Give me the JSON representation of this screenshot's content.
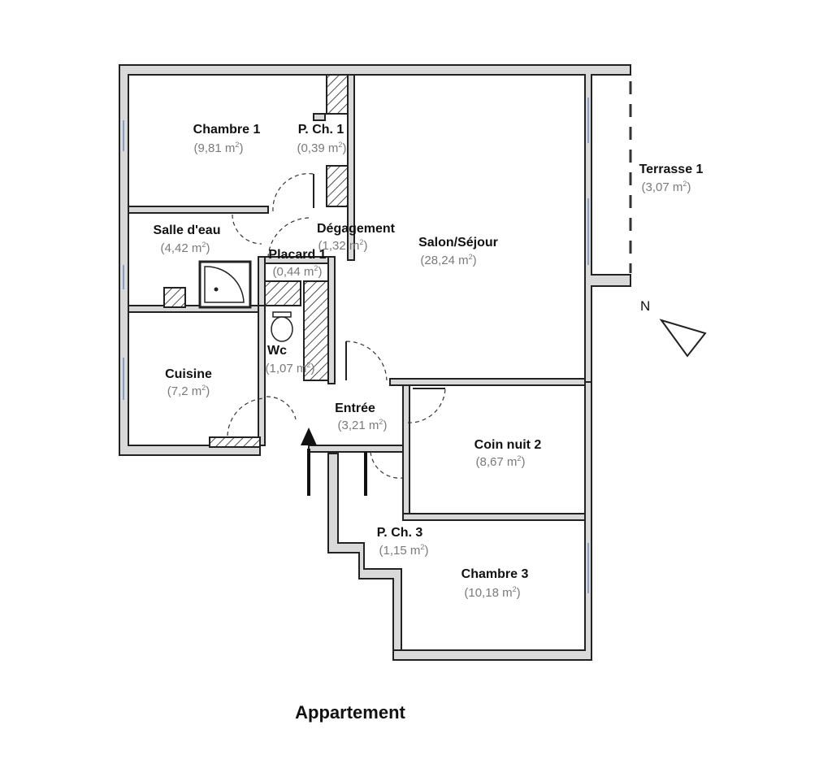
{
  "plan_title": "Appartement",
  "compass": {
    "label": "N"
  },
  "area_unit": "m",
  "area_exponent": "2",
  "rooms": [
    {
      "name": "Chambre 1",
      "area": "9,81"
    },
    {
      "name": "P. Ch. 1",
      "area": "0,39"
    },
    {
      "name": "Terrasse 1",
      "area": "3,07"
    },
    {
      "name": "Dégagement",
      "area": "1,32"
    },
    {
      "name": "Salle d'eau",
      "area": "4,42"
    },
    {
      "name": "Salon/Séjour",
      "area": "28,24"
    },
    {
      "name": "Placard 1",
      "area": "0,44"
    },
    {
      "name": "Wc",
      "area": "1,07"
    },
    {
      "name": "Cuisine",
      "area": "7,2"
    },
    {
      "name": "Entrée",
      "area": "3,21"
    },
    {
      "name": "Coin nuit 2",
      "area": "8,67"
    },
    {
      "name": "P. Ch. 3",
      "area": "1,15"
    },
    {
      "name": "Chambre 3",
      "area": "10,18"
    }
  ]
}
